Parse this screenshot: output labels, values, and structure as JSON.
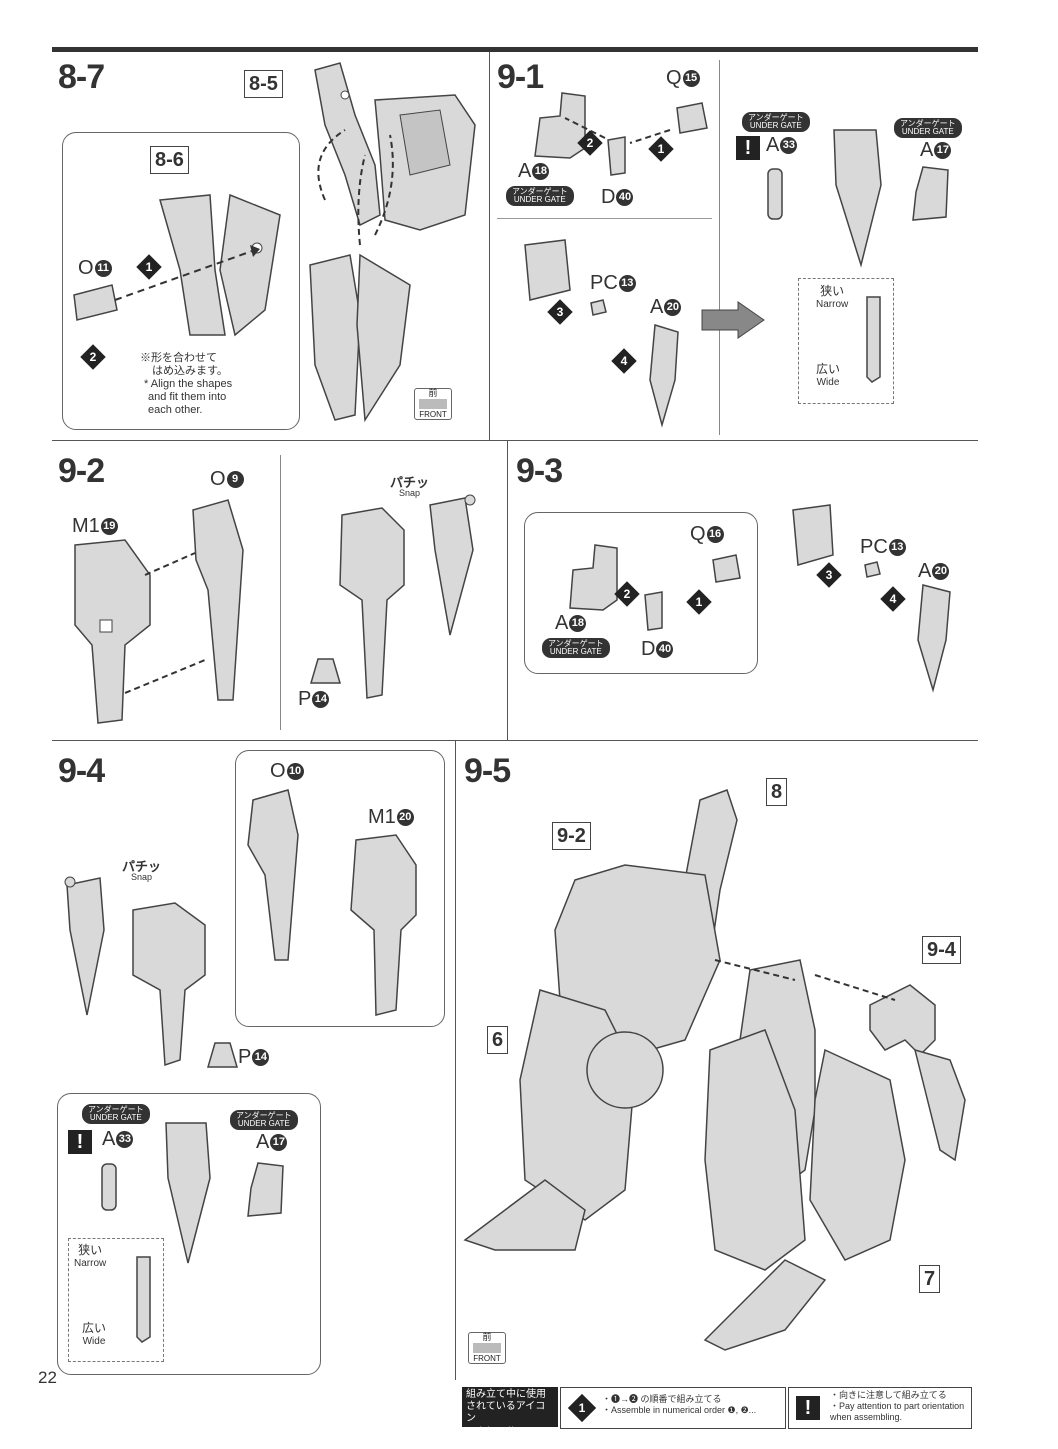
{
  "page_number": "22",
  "steps": {
    "s8_7": "8-7",
    "s9_1": "9-1",
    "s9_2": "9-2",
    "s9_3": "9-3",
    "s9_4": "9-4",
    "s9_5": "9-5"
  },
  "refs": {
    "r8_5": "8-5",
    "r8_6": "8-6",
    "r9_2": "9-2",
    "r9_4": "9-4",
    "r8": "8",
    "r6": "6",
    "r7": "7"
  },
  "parts": {
    "O11": "O",
    "O11_n": "11",
    "Q15": "Q",
    "Q15_n": "15",
    "A18": "A",
    "A18_n": "18",
    "D40": "D",
    "D40_n": "40",
    "PC13": "PC",
    "PC13_n": "13",
    "A20": "A",
    "A20_n": "20",
    "A33": "A",
    "A33_n": "33",
    "A17": "A",
    "A17_n": "17",
    "O9": "O",
    "O9_n": "9",
    "M1_19": "M1",
    "M1_19_n": "19",
    "P14": "P",
    "P14_n": "14",
    "Q16": "Q",
    "Q16_n": "16",
    "O10": "O",
    "O10_n": "10",
    "M1_20": "M1",
    "M1_20_n": "20"
  },
  "notes": {
    "align_jp_1": "※形を合わせて",
    "align_jp_2": "はめ込みます。",
    "align_en_1": "* Align the shapes",
    "align_en_2": "and fit them into",
    "align_en_3": "each other.",
    "narrow_jp": "狭い",
    "narrow_en": "Narrow",
    "wide_jp": "広い",
    "wide_en": "Wide",
    "snap_jp_1": "パチッ",
    "snap_jp_2": "パチッ",
    "snap_en": "Snap",
    "under_gate_jp": "アンダーゲート",
    "under_gate_en": "UNDER GATE",
    "front_jp": "前",
    "front_en": "FRONT"
  },
  "legend": {
    "title_jp_1": "組み立て中に使用",
    "title_jp_2": "されているアイコン",
    "title_en": "Symbols used in instructions",
    "order_jp": "・❶→❷ の順番で組み立てる",
    "order_en": "・Assemble in numerical order ❶, ❷...",
    "orient_jp": "・向きに注意して組み立てる",
    "orient_en_1": "・Pay attention to part orientation",
    "orient_en_2": "when assembling."
  },
  "colors": {
    "part_fill": "#d9d9d9",
    "part_stroke": "#444444",
    "icon_dark": "#222222"
  }
}
